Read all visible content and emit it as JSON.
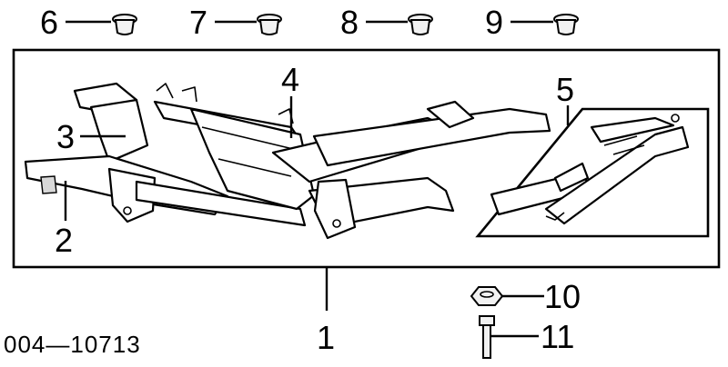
{
  "callouts": {
    "c1": "1",
    "c2": "2",
    "c3": "3",
    "c4": "4",
    "c5": "5",
    "c6": "6",
    "c7": "7",
    "c8": "8",
    "c9": "9",
    "c10": "10",
    "c11": "11"
  },
  "catalog_number": "004—10713"
}
